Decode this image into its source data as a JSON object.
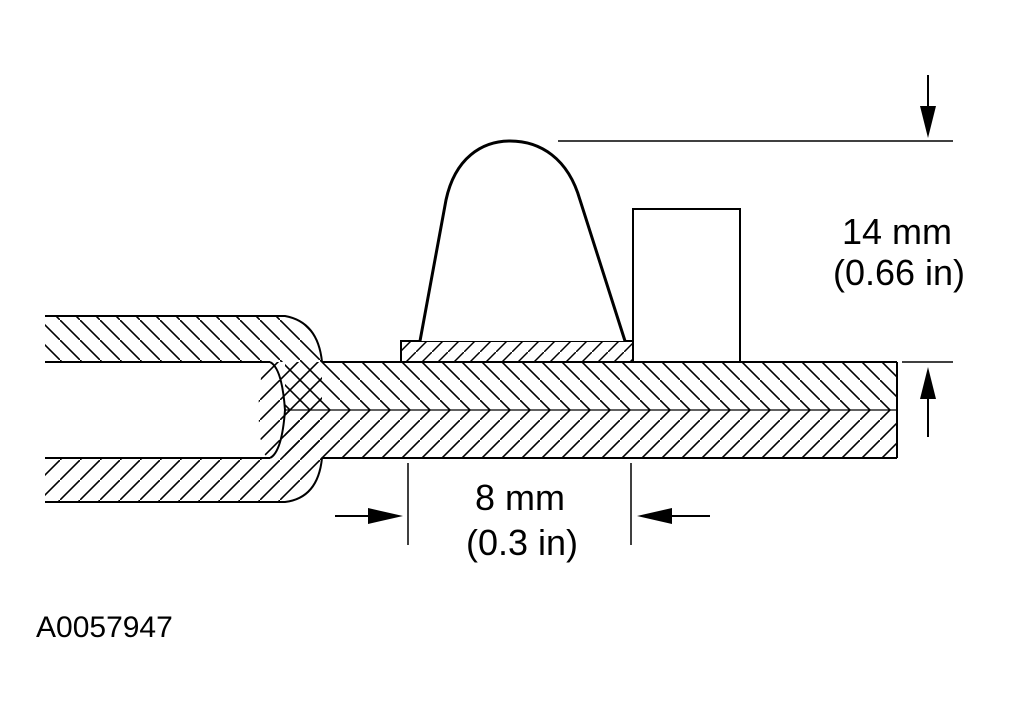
{
  "figure": {
    "height_dimension": {
      "metric": "14 mm",
      "imperial": "(0.66 in)"
    },
    "width_dimension": {
      "metric": "8 mm",
      "imperial": "(0.3 in)"
    },
    "reference_code": "A0057947"
  }
}
